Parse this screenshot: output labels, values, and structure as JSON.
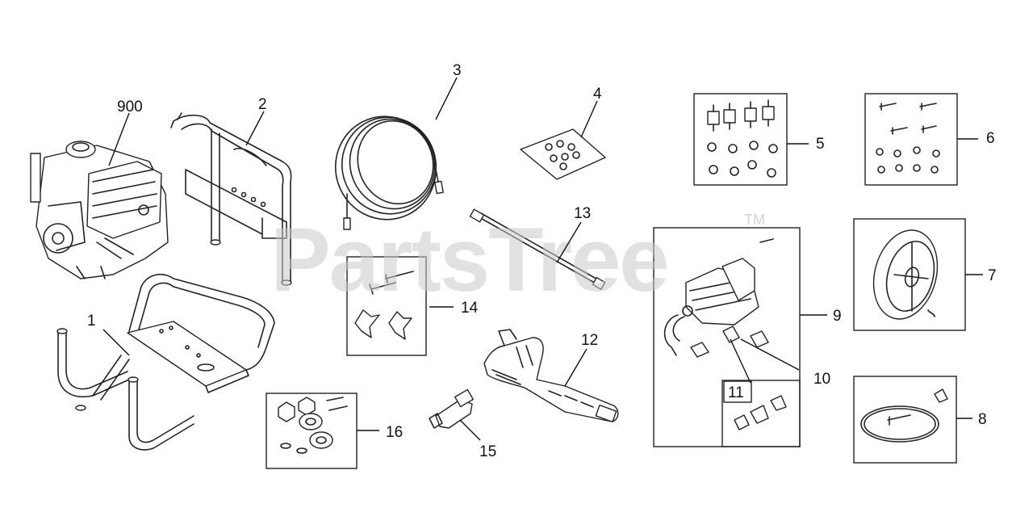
{
  "watermark": {
    "text": "PartsTree",
    "trademark": "TM"
  },
  "callouts": {
    "c900": "900",
    "c1": "1",
    "c2": "2",
    "c3": "3",
    "c4": "4",
    "c5": "5",
    "c6": "6",
    "c7": "7",
    "c8": "8",
    "c9": "9",
    "c10": "10",
    "c11": "11",
    "c12": "12",
    "c13": "13",
    "c14": "14",
    "c15": "15",
    "c16": "16"
  }
}
